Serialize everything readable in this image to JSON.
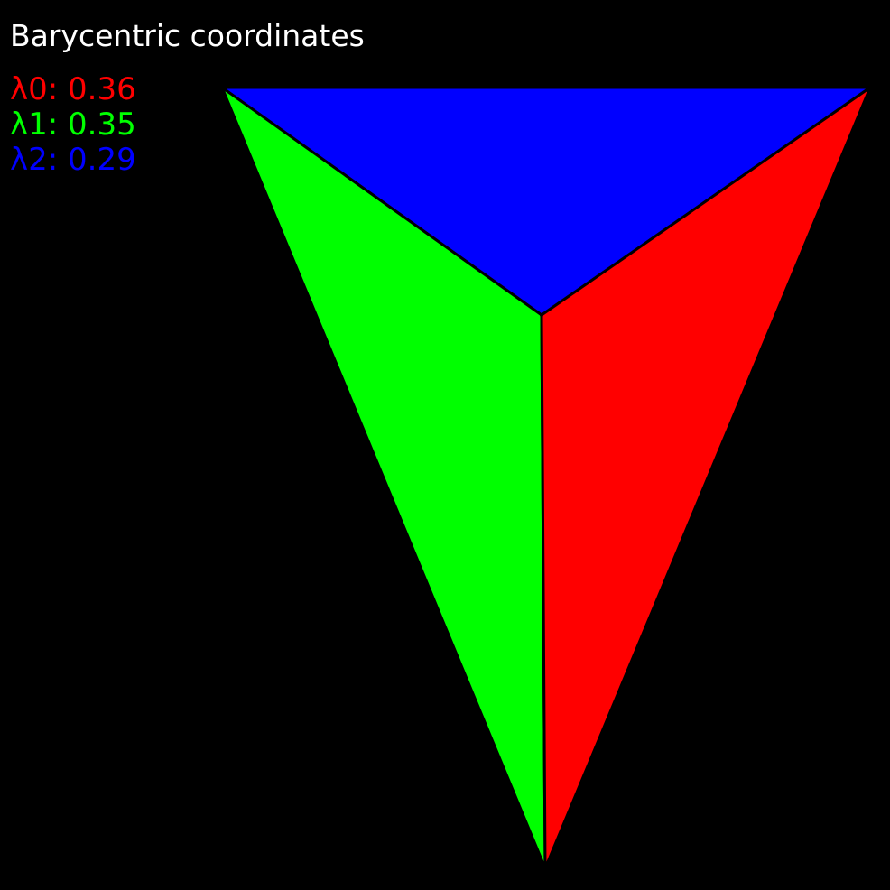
{
  "title": "Barycentric coordinates",
  "colors": {
    "background": "#000000",
    "lambda0": "#ff0000",
    "lambda1": "#00ff00",
    "lambda2": "#0000ff",
    "edge": "#000000",
    "title": "#ffffff"
  },
  "coordinates": [
    {
      "label": "λ0: 0.36",
      "value": 0.36,
      "color": "#ff0000"
    },
    {
      "label": "λ1: 0.35",
      "value": 0.35,
      "color": "#00ff00"
    },
    {
      "label": "λ2: 0.29",
      "value": 0.29,
      "color": "#0000ff"
    }
  ]
}
